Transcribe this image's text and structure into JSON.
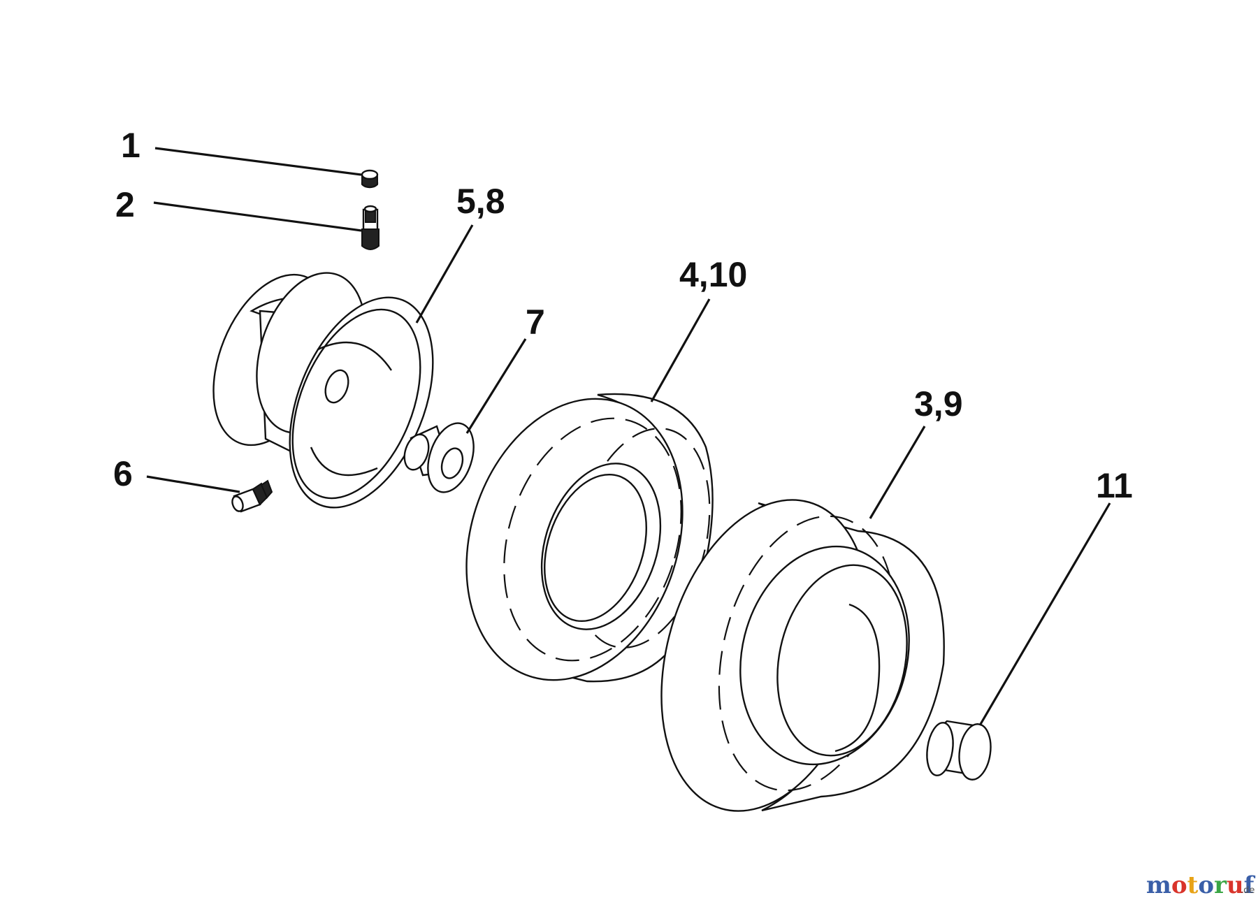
{
  "callouts": {
    "c1": "1",
    "c2": "2",
    "c58": "5,8",
    "c410": "4,10",
    "c7": "7",
    "c39": "3,9",
    "c6": "6",
    "c11": "11"
  },
  "watermark": {
    "main": "motoruf",
    "suffix": ".de",
    "colors": [
      "#3a5fa8",
      "#d9342b",
      "#e8a317",
      "#3a5fa8",
      "#3aa645",
      "#d9342b",
      "#3a5fa8"
    ]
  }
}
